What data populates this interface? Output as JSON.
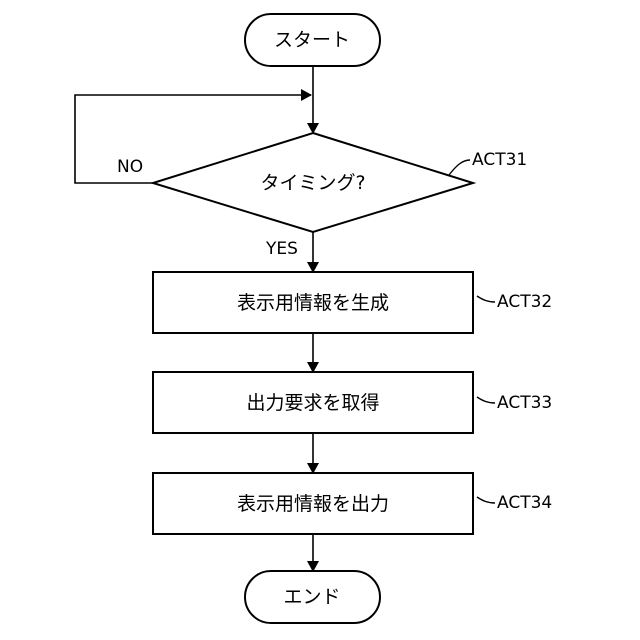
{
  "flowchart": {
    "start_label": "スタート",
    "decision_label": "タイミング?",
    "decision_ref": "ACT31",
    "no_label": "NO",
    "yes_label": "YES",
    "steps": [
      {
        "label": "表示用情報を生成",
        "ref": "ACT32"
      },
      {
        "label": "出力要求を取得",
        "ref": "ACT33"
      },
      {
        "label": "表示用情報を出力",
        "ref": "ACT34"
      }
    ],
    "end_label": "エンド"
  }
}
